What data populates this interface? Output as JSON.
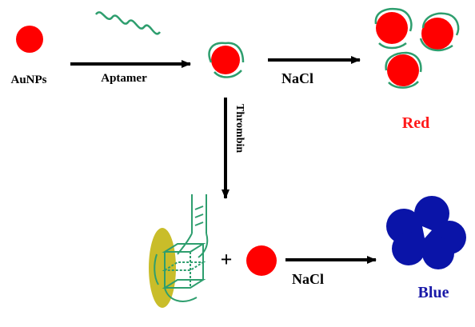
{
  "labels": {
    "aunps": "AuNPs",
    "aptamer": "Aptamer",
    "nacl_top": "NaCl",
    "red": "Red",
    "thrombin": "Thrombin",
    "plus": "+",
    "nacl_bottom": "NaCl",
    "blue": "Blue"
  },
  "colors": {
    "particle_red": "#ff0000",
    "aptamer_green": "#2e9e6e",
    "aggregate_blue": "#0a14a8",
    "thrombin_yellow": "#c9bd2a",
    "label_red": "#ff1a1a",
    "label_blue": "#1a1aa8",
    "arrow": "#000000"
  }
}
